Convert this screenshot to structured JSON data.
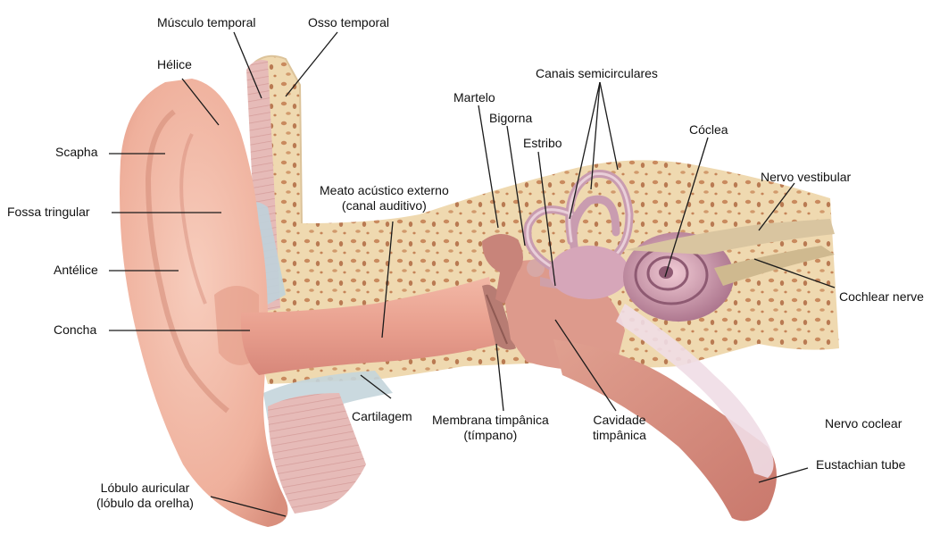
{
  "labels": {
    "musculo_temporal": "Músculo temporal",
    "osso_temporal": "Osso temporal",
    "helice": "Hélice",
    "scapha": "Scapha",
    "fossa_tringular": "Fossa tringular",
    "antelice": "Antélice",
    "concha": "Concha",
    "lobulo_line1": "Lóbulo auricular",
    "lobulo_line2": "(lóbulo da orelha)",
    "meato_line1": "Meato acústico externo",
    "meato_line2": "(canal auditivo)",
    "cartilagem": "Cartilagem",
    "membrana_line1": "Membrana timpânica",
    "membrana_line2": "(tímpano)",
    "cavidade_line1": "Cavidade",
    "cavidade_line2": "timpânica",
    "martelo": "Martelo",
    "bigorna": "Bigorna",
    "estribo": "Estribo",
    "canais": "Canais semicirculares",
    "coclea": "Cóclea",
    "nervo_vestibular": "Nervo vestibular",
    "cochlear_nerve": "Cochlear nerve",
    "nervo_coclear": "Nervo coclear",
    "eustachian": "Eustachian tube"
  },
  "colors": {
    "bone": "#efdcb4",
    "bone_spot": "#c98a5e",
    "skin": "#efb6a3",
    "skin_dark": "#d98f7d",
    "canal": "#e8a493",
    "muscle": "#e2b3b0",
    "cartilage": "#b9cdd6",
    "inner_ear": "#cfa0b3",
    "nerve": "#d9c7a2",
    "leader": "#1a1a1a"
  }
}
